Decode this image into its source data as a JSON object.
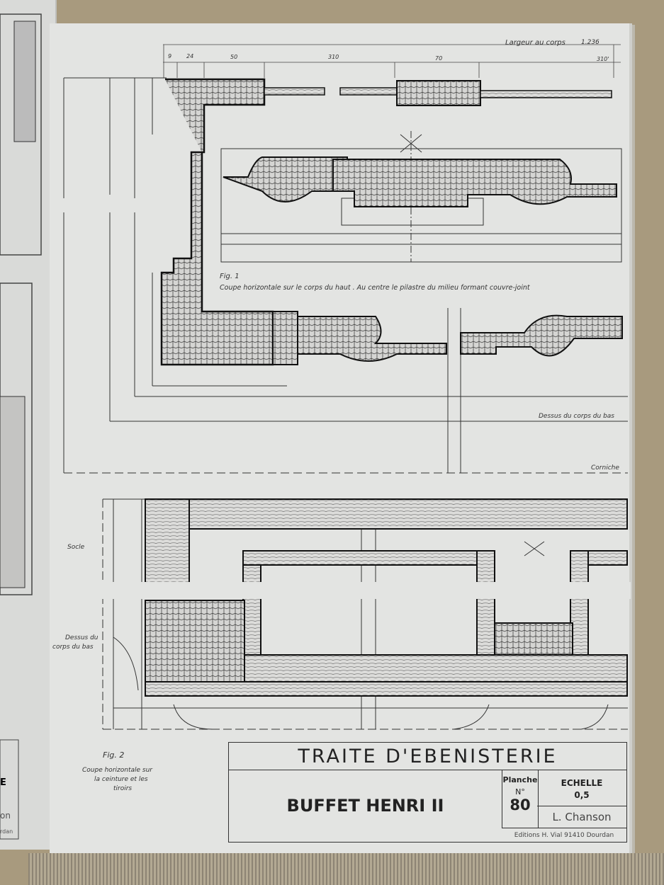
{
  "dimensions": {
    "overall_label": "Largeur au corps",
    "overall_value": "1.236",
    "segments": [
      "9",
      "24",
      "50",
      "310",
      "70",
      "310'"
    ]
  },
  "fig1": {
    "number": "Fig. 1",
    "caption": "Coupe horizontale sur le corps du haut . Au centre le pilastre du milieu formant couvre-joint",
    "label_dessus": "Dessus du corps du bas",
    "label_corniche": "Corniche"
  },
  "fig2": {
    "number": "Fig. 2",
    "caption_lines": [
      "Coupe horizontale sur",
      "la ceinture et les",
      "tiroirs"
    ],
    "label_socle": "Socle",
    "label_dessus_lines": [
      "Dessus du",
      "corps du bas"
    ]
  },
  "title_block": {
    "series": "TRAITE D'EBENISTERIE",
    "name": "BUFFET HENRI II",
    "planche_label": "Planche",
    "planche_no_label": "N°",
    "planche_number": "80",
    "echelle_label": "ECHELLE",
    "echelle_value": "0,5",
    "author": "L. Chanson",
    "editor": "Editions H. Vial 91410 Dourdan"
  },
  "prev_page_fragments": [
    "E",
    "on",
    "rdan"
  ]
}
